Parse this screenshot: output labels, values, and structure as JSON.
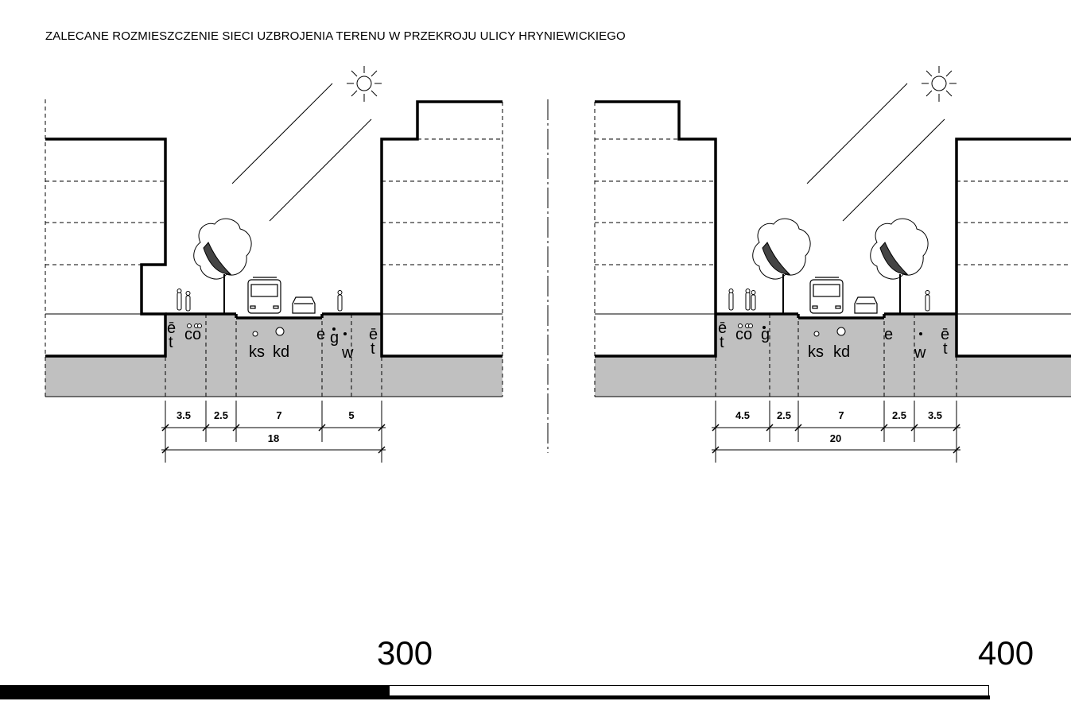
{
  "title": "ZALECANE ROZMIESZCZENIE SIECI UZBROJENIA TERENU W PRZEKROJU ULICY HRYNIEWICKIEGO",
  "scale_labels": [
    "300",
    "400"
  ],
  "left_section": {
    "utility_labels": {
      "e_left": "ē",
      "t_left": "t",
      "co": "co",
      "ks": "ks",
      "kd": "kd",
      "e_mid": "e",
      "g": "g",
      "w": "w",
      "e_right": "ē",
      "t_right": "t"
    },
    "dimensions": [
      "3.5",
      "2.5",
      "7",
      "5"
    ],
    "total": "18"
  },
  "right_section": {
    "utility_labels": {
      "e_left": "ē",
      "t_left": "t",
      "co": "co",
      "g": "g",
      "ks": "ks",
      "kd": "kd",
      "e_mid": "e",
      "w": "w",
      "e_right": "ē",
      "t_right": "t"
    },
    "dimensions": [
      "4.5",
      "2.5",
      "7",
      "2.5",
      "3.5"
    ],
    "total": "20"
  },
  "colors": {
    "ground": "#c0c0c0",
    "line": "#000000"
  }
}
